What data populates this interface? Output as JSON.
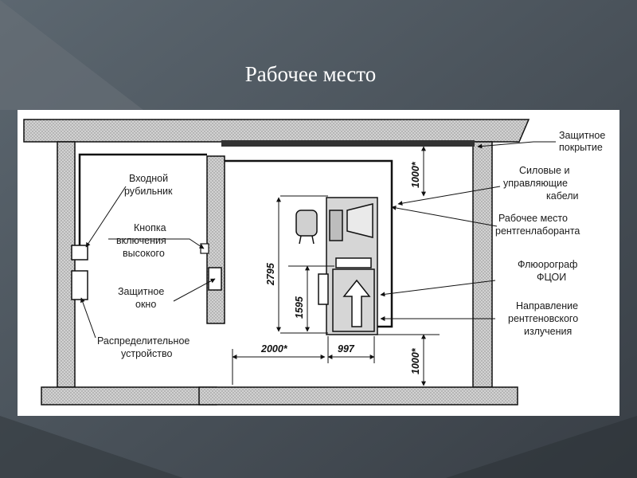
{
  "slide": {
    "title": "Рабочее место"
  },
  "labels": {
    "protective_coating": [
      "Защитное",
      "покрытие"
    ],
    "power_cables": [
      "Силовые и",
      "управляющие",
      "кабели"
    ],
    "radiographer_workplace": [
      "Рабочее место",
      "рентгенлаборанта"
    ],
    "fluorograph": [
      "Флюорограф",
      "ФЦОИ"
    ],
    "radiation_direction": [
      "Направление",
      "рентгеновского",
      "излучения"
    ],
    "main_switch": [
      "Входной",
      "рубильник"
    ],
    "high_voltage_button": [
      "Кнопка",
      "включения",
      "высокого"
    ],
    "protective_window": [
      "Защитное",
      "окно"
    ],
    "distribution_device": [
      "Распределительное",
      "устройство"
    ]
  },
  "dimensions": {
    "top_gap": "1000*",
    "height_total": "2795",
    "height_lower": "1595",
    "width_left": "2000*",
    "width_unit": "997",
    "bottom_gap": "1000*"
  },
  "colors": {
    "background": "#4e5760",
    "wall_fill": "#cfcfcf",
    "line": "#111111"
  }
}
